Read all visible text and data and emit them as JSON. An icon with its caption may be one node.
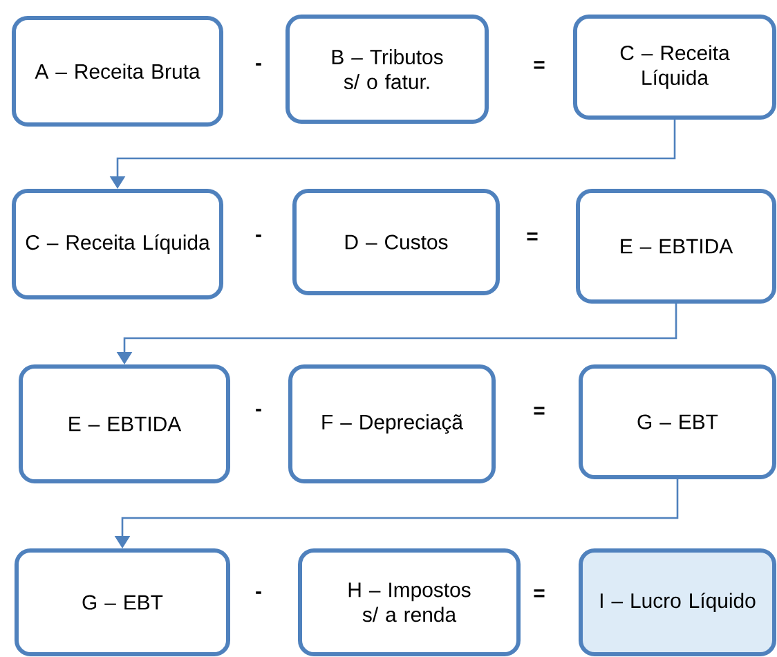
{
  "diagram": {
    "nodes": [
      {
        "text": [
          "A – Receita Bruta"
        ]
      },
      {
        "text": [
          "B – Tributos s/ o fatur."
        ]
      },
      {
        "text": [
          "C – Receita Líquida"
        ]
      },
      {
        "text": [
          "C – Receita Líquida"
        ]
      },
      {
        "text": [
          "D – Custos"
        ]
      },
      {
        "text": [
          "E – EBTIDA"
        ]
      },
      {
        "text": [
          "E – EBTIDA"
        ]
      },
      {
        "text": [
          "F – Depreciaçã"
        ]
      },
      {
        "text": [
          "G – EBT"
        ]
      },
      {
        "text": [
          "G – EBT"
        ]
      },
      {
        "text": [
          "H – Impostos s/ a renda"
        ]
      },
      {
        "text": [
          "I – Lucro Líquido"
        ]
      }
    ],
    "edges": [
      {
        "from": 2,
        "to": 3,
        "arrow": "to"
      },
      {
        "from": 5,
        "to": 6,
        "arrow": "to"
      },
      {
        "from": 8,
        "to": 9,
        "arrow": "to"
      }
    ],
    "labels": [
      "-",
      "=",
      "-",
      "=",
      "-",
      "=",
      "-",
      "="
    ]
  }
}
